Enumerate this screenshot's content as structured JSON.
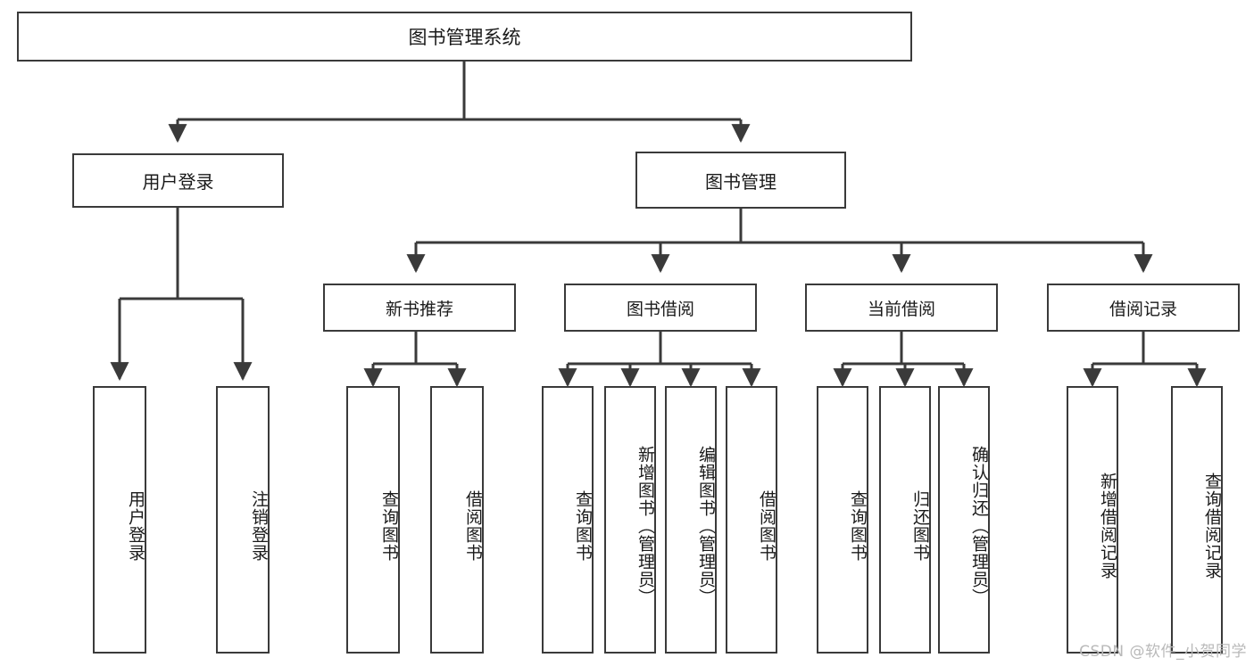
{
  "diagram": {
    "title": "图书管理系统",
    "type": "tree",
    "watermark": "CSDN @软件_小贺同学",
    "colors": {
      "stroke": "#3a3a3a",
      "fill": "#ffffff",
      "text": "#1a1a1a",
      "watermark": "#b9b9b9"
    },
    "root": {
      "label": "图书管理系统"
    },
    "level1": [
      {
        "label": "用户登录"
      },
      {
        "label": "图书管理"
      }
    ],
    "level2": [
      {
        "label": "新书推荐"
      },
      {
        "label": "图书借阅"
      },
      {
        "label": "当前借阅"
      },
      {
        "label": "借阅记录"
      }
    ],
    "leaves": {
      "user_login": [
        {
          "label": "用户登录"
        },
        {
          "label": "注销登录"
        }
      ],
      "new_book_recommend": [
        {
          "label": "查询图书"
        },
        {
          "label": "借阅图书"
        }
      ],
      "book_borrow": [
        {
          "label": "查询图书"
        },
        {
          "label": "新增图书（管理员）"
        },
        {
          "label": "编辑图书（管理员）"
        },
        {
          "label": "借阅图书"
        }
      ],
      "current_borrow": [
        {
          "label": "查询图书"
        },
        {
          "label": "归还图书"
        },
        {
          "label": "确认归还（管理员）"
        }
      ],
      "borrow_record": [
        {
          "label": "新增借阅记录"
        },
        {
          "label": "查询借阅记录"
        }
      ]
    }
  }
}
